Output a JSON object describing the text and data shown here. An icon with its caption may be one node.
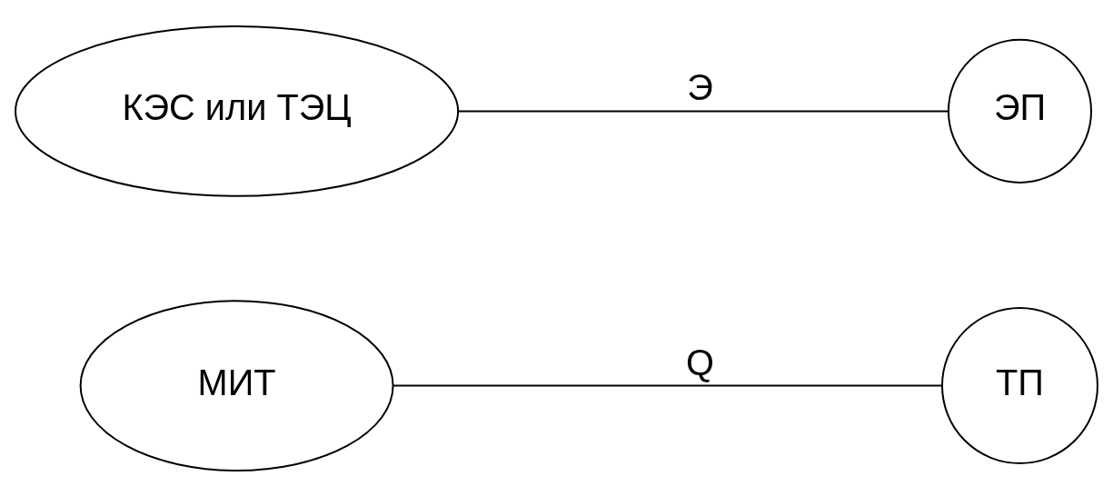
{
  "diagram": {
    "nodes": [
      {
        "text": [
          "МИТ"
        ]
      },
      {
        "text": [
          "ТП"
        ]
      },
      {
        "text": [
          "КЭС или ТЭЦ"
        ]
      },
      {
        "text": [
          "ЭП"
        ]
      }
    ],
    "edges": [
      {
        "from": 0,
        "to": 1,
        "arrow": "none",
        "label": "Q"
      },
      {
        "from": 2,
        "to": 3,
        "arrow": "none",
        "label": "Э"
      }
    ]
  }
}
